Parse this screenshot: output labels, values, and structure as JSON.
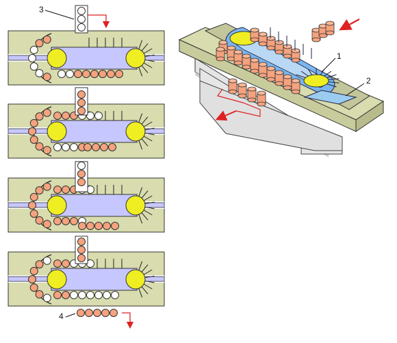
{
  "labels": {
    "l1": "1",
    "l2": "2",
    "l3": "3",
    "l4": "4"
  },
  "colors": {
    "plate": "#d8dcae",
    "plate_stroke": "#333333",
    "belt": "#c7c7ff",
    "gear": "#eeee22",
    "orange": "#f5a27e",
    "white": "#ffffff",
    "arrow": "#dd2222",
    "frame": "#dddddd"
  }
}
